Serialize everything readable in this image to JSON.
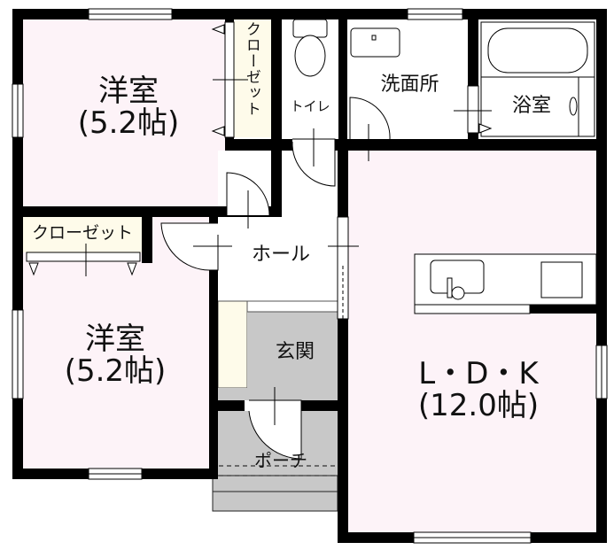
{
  "plan": {
    "colors": {
      "wall": "#000000",
      "room_pink": "#fdf3f8",
      "closet_beige": "#fefbea",
      "entrance_gray": "#c8c8c8",
      "wet_white": "#ffffff"
    },
    "rooms": [
      {
        "id": "western-room-1",
        "name": "洋室",
        "size": "(5.2帖)"
      },
      {
        "id": "western-room-2",
        "name": "洋室",
        "size": "(5.2帖)"
      },
      {
        "id": "ldk",
        "name": "L・D・K",
        "size": "(12.0帖)"
      },
      {
        "id": "closet-1",
        "name": "クローゼット"
      },
      {
        "id": "closet-2",
        "name": "クローゼット"
      },
      {
        "id": "toilet",
        "name": "トイレ"
      },
      {
        "id": "washroom",
        "name": "洗面所"
      },
      {
        "id": "bathroom",
        "name": "浴室"
      },
      {
        "id": "hall",
        "name": "ホール"
      },
      {
        "id": "entrance",
        "name": "玄関"
      },
      {
        "id": "porch",
        "name": "ポーチ"
      }
    ]
  }
}
